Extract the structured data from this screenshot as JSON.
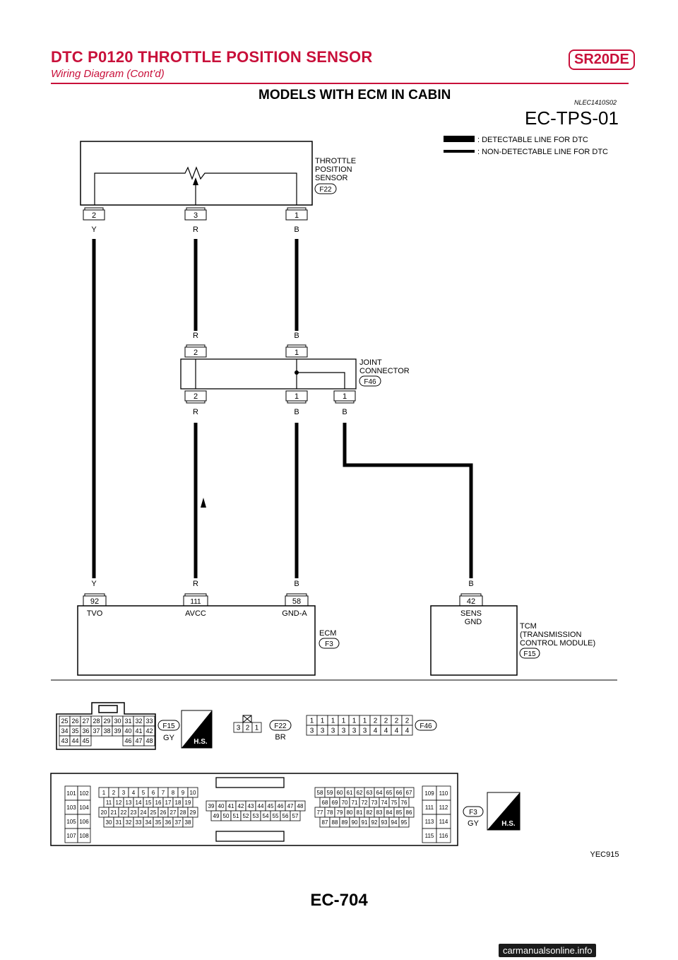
{
  "header": {
    "title": "DTC P0120 THROTTLE POSITION SENSOR",
    "badge": "SR20DE",
    "subtitle": "Wiring Diagram (Cont’d)"
  },
  "section": {
    "title": "MODELS WITH ECM IN CABIN",
    "code": "NLEC1410S02"
  },
  "diagram": {
    "id": "EC-TPS-01",
    "legend": {
      "detectable": ": DETECTABLE LINE FOR DTC",
      "non_detectable": ": NON-DETECTABLE LINE FOR DTC"
    },
    "throttle_sensor": {
      "label_lines": [
        "THROTTLE",
        "POSITION",
        "SENSOR"
      ],
      "connector": "F22",
      "pins": [
        "2",
        "3",
        "1"
      ],
      "wire_colors": [
        "Y",
        "R",
        "B"
      ]
    },
    "joint_connector": {
      "label_lines": [
        "JOINT",
        "CONNECTOR"
      ],
      "connector": "F46",
      "top_pins": [
        "2",
        "1"
      ],
      "top_colors": [
        "R",
        "B"
      ],
      "bottom_pins": [
        "2",
        "1",
        "1"
      ],
      "bottom_colors": [
        "R",
        "B",
        "B"
      ]
    },
    "ecm": {
      "label": "ECM",
      "connector": "F3",
      "wire_colors": [
        "Y",
        "R",
        "B"
      ],
      "pins": [
        "92",
        "111",
        "58"
      ],
      "signals": [
        "TVO",
        "AVCC",
        "GND-A"
      ]
    },
    "tcm": {
      "label_lines": [
        "TCM",
        "(TRANSMISSION",
        "CONTROL MODULE)"
      ],
      "connector": "F15",
      "wire_color": "B",
      "pin": "42",
      "signal_lines": [
        "SENS",
        "GND"
      ]
    },
    "figure_id": "YEC915"
  },
  "connector_views": {
    "f15": {
      "name": "F15",
      "color": "GY",
      "rows": [
        [
          "25",
          "26",
          "27",
          "28",
          "29",
          "30",
          "31",
          "32",
          "33"
        ],
        [
          "34",
          "35",
          "36",
          "37",
          "38",
          "39",
          "40",
          "41",
          "42"
        ],
        [
          "43",
          "44",
          "45",
          "",
          "",
          "",
          "46",
          "47",
          "48"
        ]
      ],
      "hs": "H.S."
    },
    "f22": {
      "name": "F22",
      "color": "BR",
      "pins": [
        "3",
        "2",
        "1"
      ]
    },
    "f46": {
      "name": "F46",
      "top": [
        "1",
        "1",
        "1",
        "1",
        "1",
        "1",
        "2",
        "2",
        "2",
        "2"
      ],
      "bottom": [
        "3",
        "3",
        "3",
        "3",
        "3",
        "3",
        "4",
        "4",
        "4",
        "4"
      ]
    },
    "f3": {
      "name": "F3",
      "color": "GY",
      "hs": "H.S.",
      "left": [
        [
          "101",
          "102"
        ],
        [
          "103",
          "104"
        ],
        [
          "105",
          "106"
        ],
        [
          "107",
          "108"
        ]
      ],
      "block1": [
        [
          "1",
          "2",
          "3",
          "4",
          "5",
          "6",
          "7",
          "8",
          "9",
          "10"
        ],
        [
          "11",
          "12",
          "13",
          "14",
          "15",
          "16",
          "17",
          "18",
          "19"
        ],
        [
          "20",
          "21",
          "22",
          "23",
          "24",
          "25",
          "26",
          "27",
          "28",
          "29"
        ],
        [
          "30",
          "31",
          "32",
          "33",
          "34",
          "35",
          "36",
          "37",
          "38"
        ]
      ],
      "block2": [
        [
          "39",
          "40",
          "41",
          "42",
          "43",
          "44",
          "45",
          "46",
          "47",
          "48"
        ],
        [
          "49",
          "50",
          "51",
          "52",
          "53",
          "54",
          "55",
          "56",
          "57"
        ]
      ],
      "block3": [
        [
          "58",
          "59",
          "60",
          "61",
          "62",
          "63",
          "64",
          "65",
          "66",
          "67"
        ],
        [
          "68",
          "69",
          "70",
          "71",
          "72",
          "73",
          "74",
          "75",
          "76"
        ],
        [
          "77",
          "78",
          "79",
          "80",
          "81",
          "82",
          "83",
          "84",
          "85",
          "86"
        ],
        [
          "87",
          "88",
          "89",
          "90",
          "91",
          "92",
          "93",
          "94",
          "95"
        ]
      ],
      "right": [
        [
          "109",
          "110"
        ],
        [
          "111",
          "112"
        ],
        [
          "113",
          "114"
        ],
        [
          "115",
          "116"
        ]
      ]
    }
  },
  "page": {
    "number": "EC-704",
    "watermark": "carmanualsonline.info"
  }
}
